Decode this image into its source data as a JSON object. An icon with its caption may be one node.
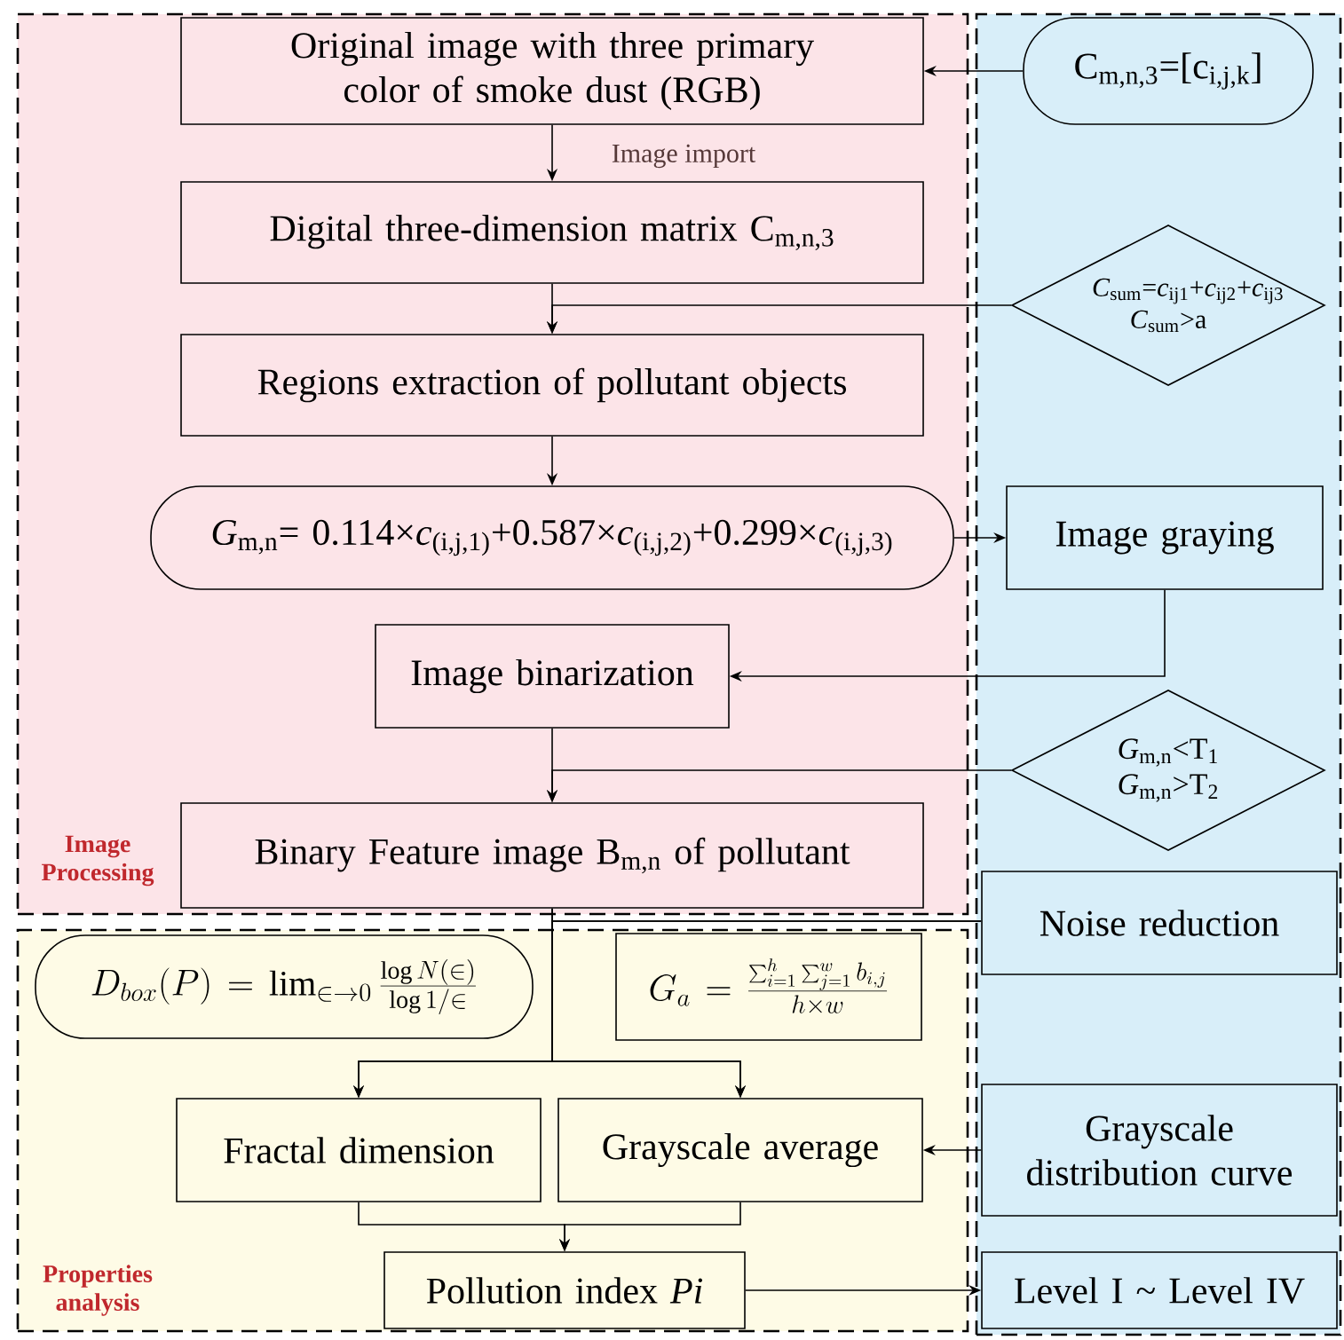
{
  "diagram": {
    "nodes": [
      {
        "text": [
          "Image Processing"
        ]
      },
      {
        "text": [
          "Properties analysis"
        ]
      },
      {
        "text": [],
        "shape": "box"
      },
      {
        "text": [
          "Original image with three primary color of smoke dust (RGB)"
        ],
        "in": 0
      },
      {
        "text": [
          "C$_{m,n,3}$=[c$_{i,j,k}$]"
        ],
        "in": 2
      },
      {
        "text": [
          "Digital three-dimension matrix C$_{m,n,3}$"
        ],
        "in": 0
      },
      {
        "text": [
          "*C*$_{sum}$=*c*$_{ij1}$+*c*$_{ij2}$+*c*$_{ij3}$ *C*$_{sum}$>a"
        ],
        "in": 2
      },
      {
        "text": [
          "Regions extraction of pollutant objects"
        ],
        "in": 0
      },
      {
        "text": [
          "*G*$_{m,n}$= 0.114×*c*$_{(i,j,1)}$+0.587×*c*$_{(i,j,2)}$+0.299×*c*$_{(i,j,3)}$"
        ],
        "in": 0
      },
      {
        "text": [
          "Image graying"
        ],
        "in": 2
      },
      {
        "text": [
          "Image binarization"
        ],
        "in": 0
      },
      {
        "text": [
          "*G*$_{m,n}$<T$_{1}$ *G*$_{m,n}$>T$_{2}$"
        ],
        "in": 2
      },
      {
        "text": [
          "Binary Feature image B$_{m,n}$ of pollutant"
        ],
        "in": 0
      },
      {
        "text": [
          "Noise reduction"
        ],
        "in": 2
      },
      {
        "text": [
          "D_{box}(P)=\\lim_{\\in\\to 0}\\frac{\\log N(\\in)}{\\log 1/\\in}"
        ],
        "in": 1
      },
      {
        "text": [
          "G_{a}=\\frac{\\sum_{i=1}^{h}\\sum_{j=1}^{w} b_{i,j}}{h\\times w}"
        ],
        "in": 1
      },
      {
        "text": [
          "Fractal dimension"
        ],
        "in": 1
      },
      {
        "text": [
          "Grayscale average"
        ],
        "in": 1
      },
      {
        "text": [
          "Grayscale distribution curve"
        ],
        "in": 2
      },
      {
        "text": [
          "Pollution index *Pi*"
        ],
        "in": 1
      },
      {
        "text": [
          "Level I ~ Level IV"
        ],
        "in": 2
      }
    ],
    "edges": [
      {
        "from": 4,
        "to": 3,
        "arrow": "to"
      },
      {
        "from": 3,
        "to": 5,
        "arrow": "to",
        "label": "Image import"
      },
      {
        "from": 5,
        "to": 7,
        "arrow": "to"
      },
      {
        "from": 6,
        "to": 7,
        "arrow": "to"
      },
      {
        "from": 7,
        "to": 8,
        "arrow": "to"
      },
      {
        "from": 8,
        "to": 9,
        "arrow": "to"
      },
      {
        "from": 9,
        "to": 10,
        "arrow": "to"
      },
      {
        "from": 10,
        "to": 12,
        "arrow": "to"
      },
      {
        "from": 11,
        "to": 12,
        "arrow": "to"
      },
      {
        "from": 12,
        "to": 16,
        "arrow": "to"
      },
      {
        "from": 12,
        "to": 17,
        "arrow": "to"
      },
      {
        "from": 13,
        "to": 16,
        "arrow": "to"
      },
      {
        "from": 13,
        "to": 17,
        "arrow": "to"
      },
      {
        "from": 16,
        "to": 19,
        "arrow": "to"
      },
      {
        "from": 17,
        "to": 19,
        "arrow": "to"
      },
      {
        "from": 18,
        "to": 17,
        "arrow": "to"
      },
      {
        "from": 19,
        "to": 20,
        "arrow": "to"
      }
    ]
  }
}
